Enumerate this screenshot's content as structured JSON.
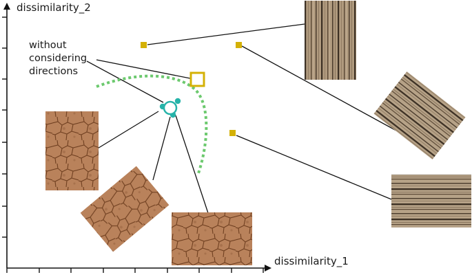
{
  "axes": {
    "x_label": "dissimilarity_1",
    "y_label": "dissimilarity_2"
  },
  "annotation": {
    "lines": [
      "without",
      "considering",
      "directions"
    ]
  },
  "colors": {
    "axis": "#111111",
    "marker_gold": "#d4b106",
    "center_teal": "#26b3a9",
    "arc_green": "#6cc96e",
    "connector": "#111111",
    "wood_light": "#b09a7e",
    "wood_dark": "#3c3024",
    "soil_light": "#b9825b",
    "soil_dark": "#6f3f20"
  },
  "legend": {
    "wood_points": "small gold squares",
    "mean_of_wood": "large gold hollow square",
    "soil_points": "teal dots with hollow center circle"
  },
  "textures": {
    "wood": [
      "wood-texture-1",
      "wood-texture-2",
      "wood-texture-3"
    ],
    "soil": [
      "cracked-soil-texture-1",
      "cracked-soil-texture-2",
      "cracked-soil-texture-3"
    ]
  }
}
